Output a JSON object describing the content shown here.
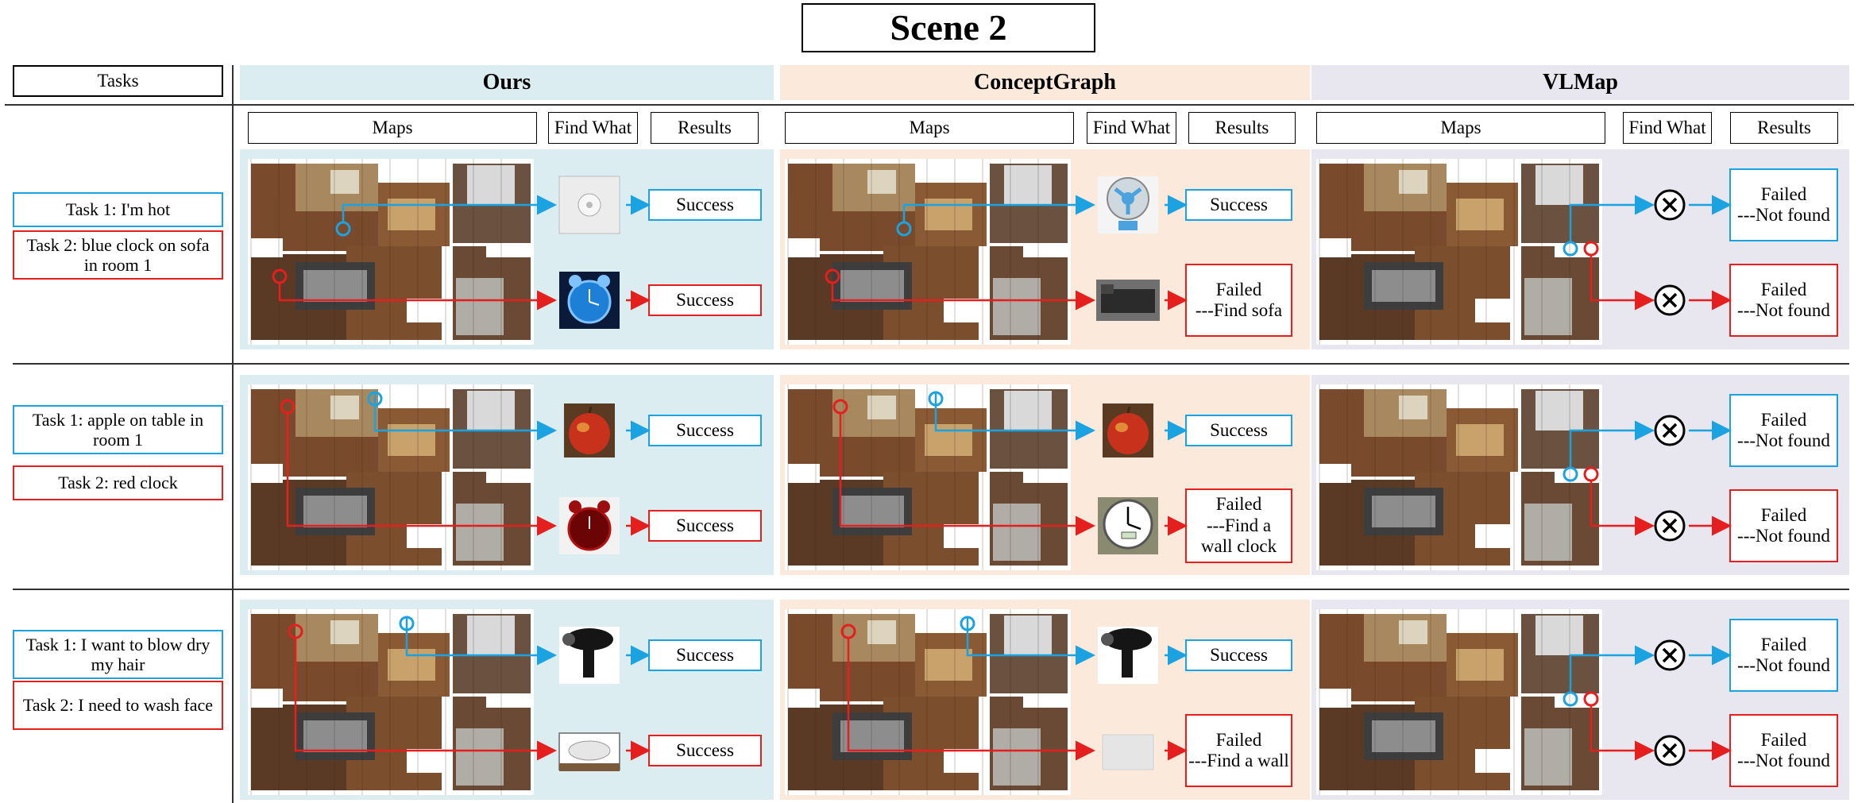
{
  "title": "Scene 2",
  "tasks_header": "Tasks",
  "methods": [
    {
      "name": "Ours",
      "bg": "#dcedf2"
    },
    {
      "name": "ConceptGraph",
      "bg": "#fbeadb"
    },
    {
      "name": "VLMap",
      "bg": "#e8e6ef"
    }
  ],
  "subheaders": {
    "maps": "Maps",
    "find_what": "Find What",
    "results": "Results"
  },
  "rows": [
    {
      "task1": "Task 1: I'm hot",
      "task2": "Task 2: blue clock on sofa in room 1",
      "results": [
        {
          "t1": "Success",
          "t2": "Success"
        },
        {
          "t1": "Success",
          "t2": "Failed\n---Find sofa"
        },
        {
          "t1": "Failed\n---Not found",
          "t2": "Failed\n---Not found"
        }
      ],
      "find": [
        [
          "switch-icon",
          "alarm-clock-blue-icon"
        ],
        [
          "fan-icon",
          "sofa-icon"
        ],
        [
          "cross-icon",
          "cross-icon"
        ]
      ]
    },
    {
      "task1": "Task 1: apple on table in room 1",
      "task2": "Task 2: red clock",
      "results": [
        {
          "t1": "Success",
          "t2": "Success"
        },
        {
          "t1": "Success",
          "t2": "Failed\n---Find a\nwall clock"
        },
        {
          "t1": "Failed\n---Not found",
          "t2": "Failed\n---Not found"
        }
      ],
      "find": [
        [
          "apple-icon",
          "alarm-clock-red-icon"
        ],
        [
          "apple-icon",
          "wall-clock-icon"
        ],
        [
          "cross-icon",
          "cross-icon"
        ]
      ]
    },
    {
      "task1": "Task 1: I want to blow dry my hair",
      "task2": "Task 2:  I need to wash face",
      "results": [
        {
          "t1": "Success",
          "t2": "Success"
        },
        {
          "t1": "Success",
          "t2": "Failed\n---Find a wall"
        },
        {
          "t1": "Failed\n---Not found",
          "t2": "Failed\n---Not found"
        }
      ],
      "find": [
        [
          "hair-dryer-icon",
          "sink-icon"
        ],
        [
          "hair-dryer-icon",
          "wall-icon"
        ],
        [
          "cross-icon",
          "cross-icon"
        ]
      ]
    }
  ],
  "colors": {
    "task1": "#1aa3e0",
    "task2": "#e51e1e"
  }
}
